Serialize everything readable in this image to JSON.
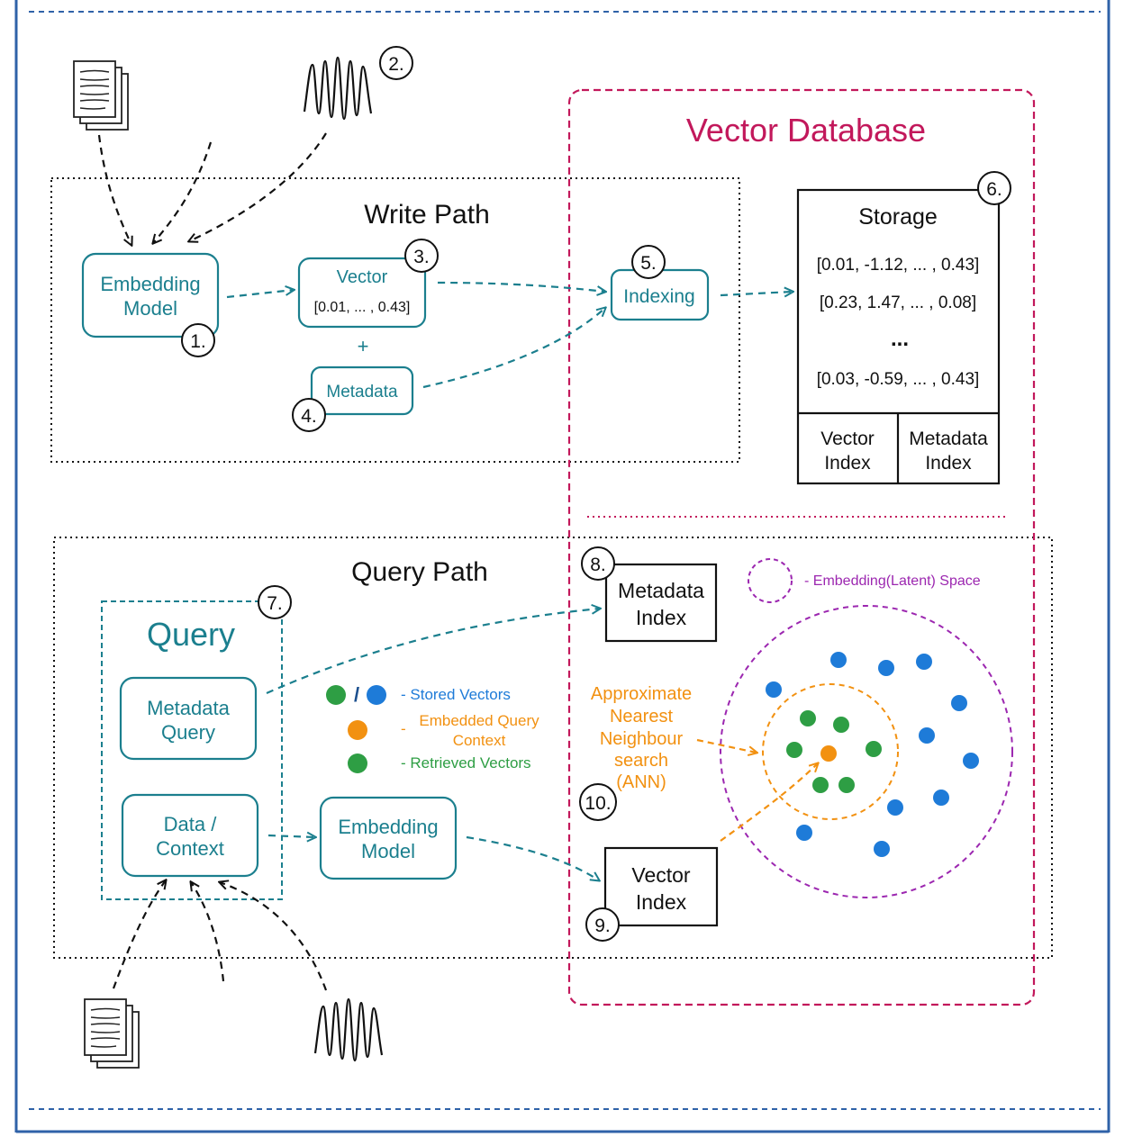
{
  "write_path": {
    "title": "Write Path",
    "embedding_model": {
      "line1": "Embedding",
      "line2": "Model"
    },
    "vector": {
      "title": "Vector",
      "value": "[0.01, ... , 0.43]"
    },
    "plus": "+",
    "metadata": "Metadata",
    "indexing": "Indexing"
  },
  "vector_database": {
    "title": "Vector Database",
    "storage": {
      "title": "Storage",
      "rows": [
        "[0.01, -1.12, ... , 0.43]",
        "[0.23, 1.47, ... , 0.08]",
        "...",
        "[0.03, -0.59, ... , 0.43]"
      ],
      "vector_index": {
        "line1": "Vector",
        "line2": "Index"
      },
      "metadata_index": {
        "line1": "Metadata",
        "line2": "Index"
      }
    }
  },
  "query_path": {
    "title": "Query Path",
    "query": {
      "title": "Query",
      "metadata_query": {
        "line1": "Metadata",
        "line2": "Query"
      },
      "data_context": {
        "line1": "Data /",
        "line2": "Context"
      }
    },
    "embedding_model": {
      "line1": "Embedding",
      "line2": "Model"
    },
    "metadata_index": {
      "line1": "Metadata",
      "line2": "Index"
    },
    "vector_index": {
      "line1": "Vector",
      "line2": "Index"
    },
    "ann": {
      "lines": [
        "Approximate",
        "Nearest",
        "Neighbour",
        "search",
        "(ANN)"
      ]
    }
  },
  "legend": {
    "latent_space": "- Embedding(Latent) Space",
    "slash": "/",
    "stored": "- Stored Vectors",
    "embedded_query": {
      "line1": "Embedded Query",
      "line2": "Context"
    },
    "dash": "-",
    "retrieved": "- Retrieved Vectors"
  },
  "step_numbers": [
    "1.",
    "2.",
    "3.",
    "4.",
    "5.",
    "6.",
    "7.",
    "8.",
    "9.",
    "10."
  ],
  "colors": {
    "teal": "#1b7f8e",
    "crimson": "#c2185b",
    "purple": "#9c27b0",
    "orange": "#f29111",
    "blue": "#1e7bd8",
    "green": "#2e9e44",
    "frame": "#2f62a8"
  },
  "icons": [
    "document-stack-icon",
    "waveform-icon"
  ]
}
